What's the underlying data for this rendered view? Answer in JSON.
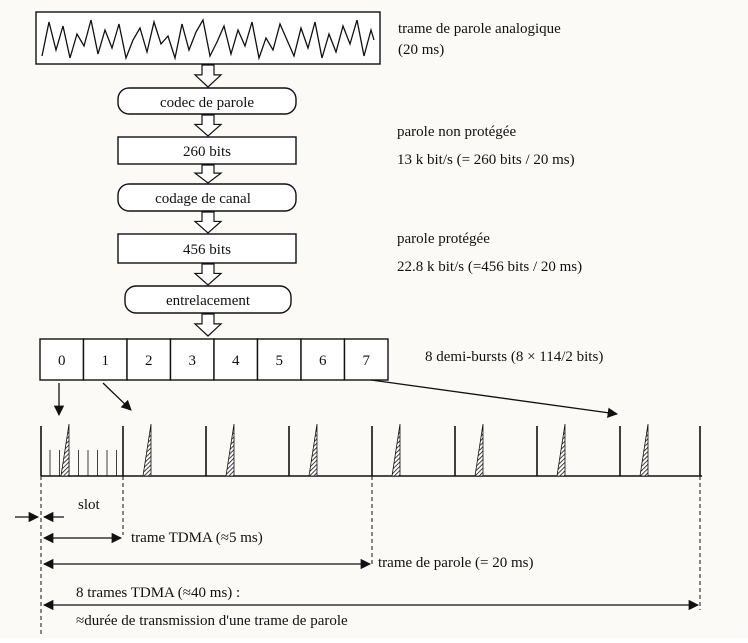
{
  "blocks": {
    "codec": "codec de parole",
    "bits260": "260 bits",
    "codage": "codage de canal",
    "bits456": "456 bits",
    "entrelacement": "entrelacement"
  },
  "notes": {
    "analog_title": "trame de parole analogique",
    "analog_dur": "(20 ms)",
    "nonprot_title": "parole non protégée",
    "nonprot_rate": "13 k bit/s (= 260 bits / 20 ms)",
    "prot_title": "parole protégée",
    "prot_rate": "22.8 k bit/s (=456 bits / 20 ms)",
    "demibursts": "8 demi-bursts (8 × 114/2  bits)"
  },
  "cells": [
    "0",
    "1",
    "2",
    "3",
    "4",
    "5",
    "6",
    "7"
  ],
  "timing": {
    "slot": "slot",
    "tdma": "trame TDMA (≈5 ms)",
    "speech_frame": "trame de parole (= 20 ms)",
    "eight_tdma": "8 trames TDMA (≈40 ms) :",
    "duration": "≈durée de transmission d'une trame de parole"
  }
}
